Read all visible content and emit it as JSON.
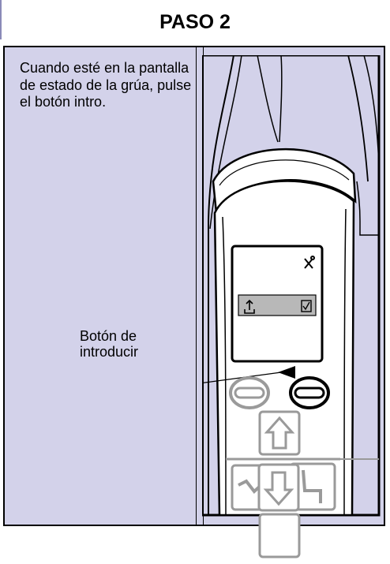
{
  "step_title": "PASO 2",
  "instruction": "Cuando esté en la pantalla de estado de la grúa, pulse el botón intro.",
  "callout": {
    "line1": "Botón de",
    "line2": "introducir"
  },
  "screen": {
    "top_right_icon": "tools-icon",
    "bottom_left_icon": "upload-icon",
    "bottom_right_icon": "checkbox-icon"
  },
  "colors": {
    "panel_background": "#d3d2ea",
    "handset_background": "#ffffff",
    "outline": "#000000",
    "button_gray": "#9a9a9a",
    "screen_bar": "#b8b8b8"
  }
}
